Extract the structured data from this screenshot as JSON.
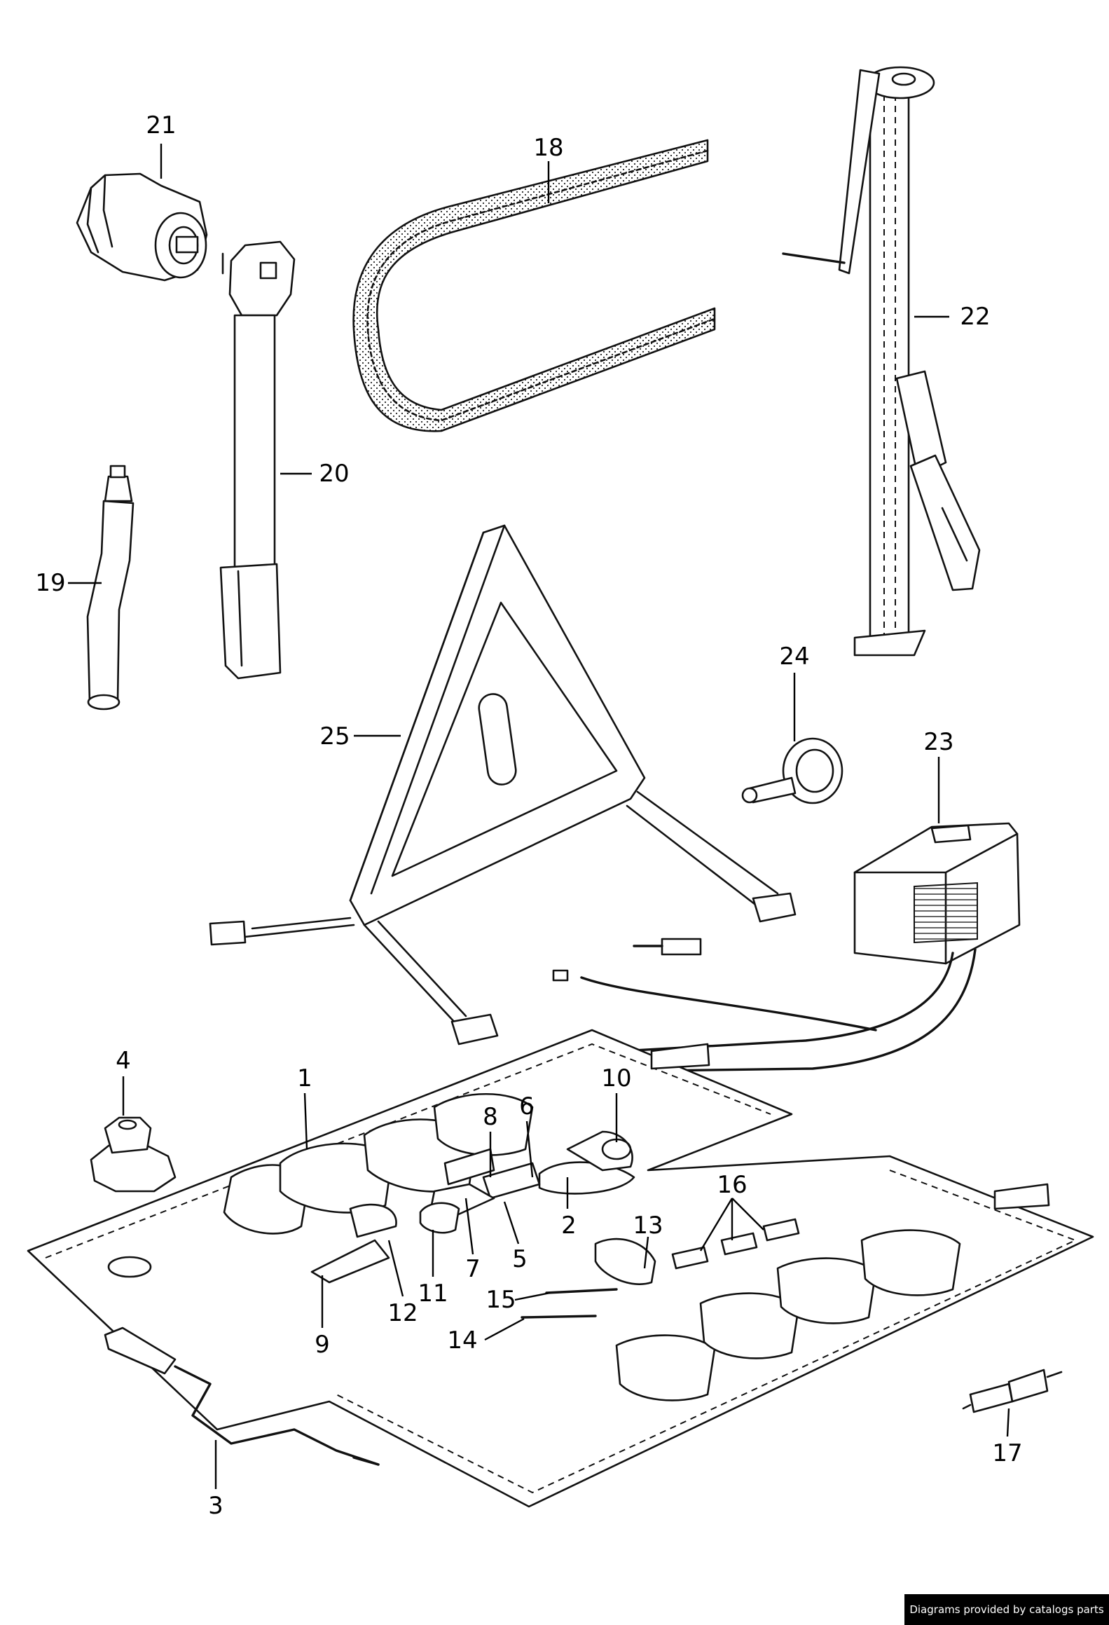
{
  "callouts": {
    "c1": "1",
    "c2": "2",
    "c3": "3",
    "c4": "4",
    "c5": "5",
    "c6": "6",
    "c7": "7",
    "c8": "8",
    "c9": "9",
    "c10": "10",
    "c11": "11",
    "c12": "12",
    "c13": "13",
    "c14": "14",
    "c15": "15",
    "c16": "16",
    "c17": "17",
    "c18": "18",
    "c19": "19",
    "c20": "20",
    "c21": "21",
    "c22": "22",
    "c23": "23",
    "c24": "24",
    "c25": "25"
  },
  "credit": "Diagrams provided by catalogs parts",
  "colors": {
    "line": "#111111",
    "background": "#ffffff",
    "badge": "#000000"
  }
}
